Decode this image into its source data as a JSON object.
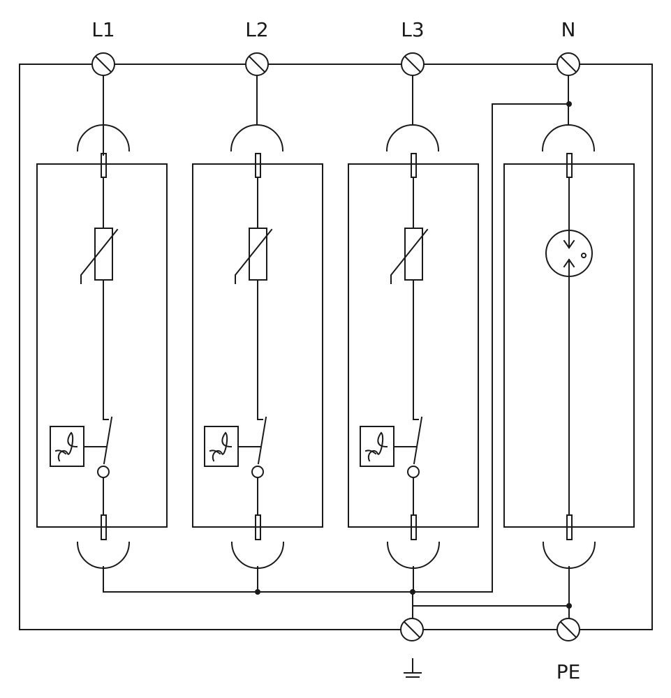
{
  "labels": {
    "l1": "L1",
    "l2": "L2",
    "l3": "L3",
    "n": "N",
    "pe": "PE"
  },
  "icons": {
    "earth": "earth-ground-icon",
    "terminal": "screw-terminal-icon",
    "varistor": "varistor-icon",
    "thermal": "thermal-disconnector-icon",
    "gdt": "gas-discharge-tube-icon"
  },
  "colors": {
    "line": "#1a1a1a",
    "background": "#ffffff"
  }
}
